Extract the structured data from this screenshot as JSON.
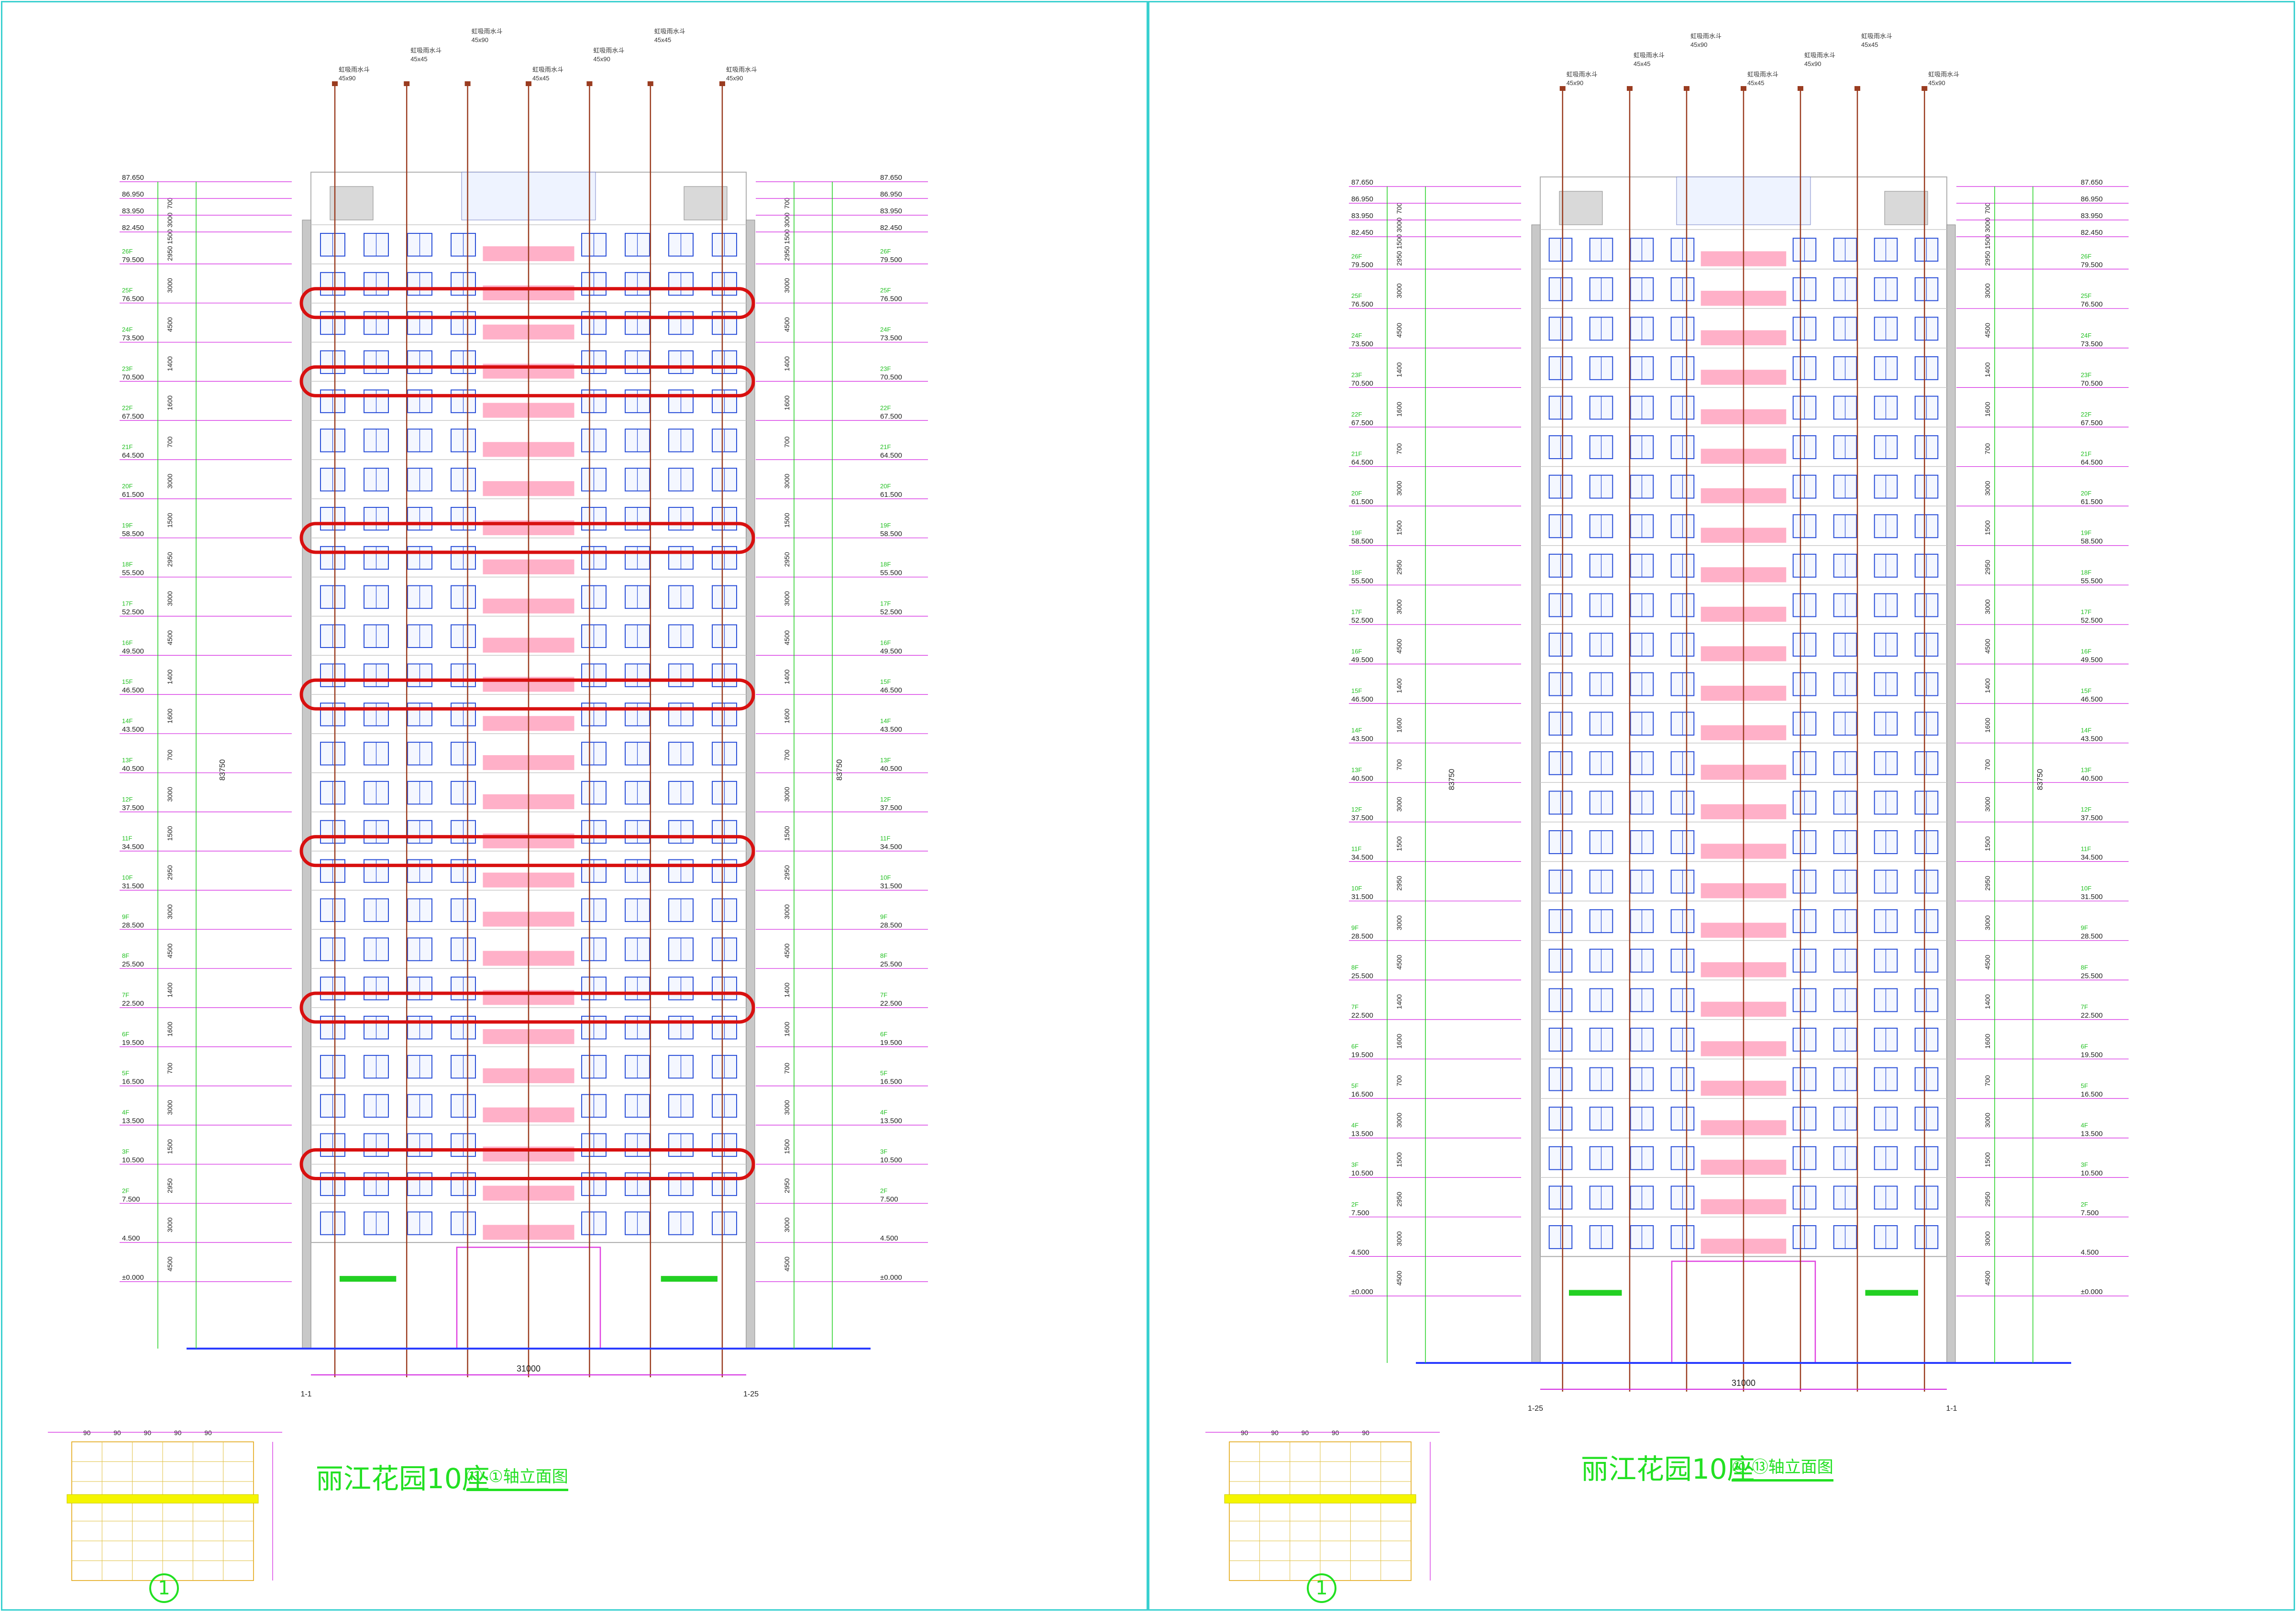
{
  "sheets": [
    {
      "title": "丽江花园10座",
      "subtitle": "⑬-①轴立面图",
      "total_height_label": "83750",
      "total_width_label": "31000",
      "axis_left": "1-1",
      "axis_right": "1-25",
      "detail_marker": "1",
      "revision_clouds": 7
    },
    {
      "title": "丽江花园10座",
      "subtitle": "⑩-⑬轴立面图",
      "total_height_label": "83750",
      "total_width_label": "31000",
      "axis_left": "1-25",
      "axis_right": "1-1",
      "detail_marker": "1",
      "revision_clouds": 0
    }
  ],
  "levels": [
    "87.650",
    "86.950",
    "83.950",
    "82.450",
    "79.500",
    "76.500",
    "73.500",
    "70.500",
    "67.500",
    "64.500",
    "61.500",
    "58.500",
    "55.500",
    "52.500",
    "49.500",
    "46.500",
    "43.500",
    "40.500",
    "37.500",
    "34.500",
    "31.500",
    "28.500",
    "25.500",
    "22.500",
    "19.500",
    "16.500",
    "13.500",
    "10.500",
    "7.500",
    "4.500",
    "±0.000"
  ],
  "floor_labels": [
    "26F",
    "25F",
    "24F",
    "23F",
    "22F",
    "21F",
    "20F",
    "19F",
    "18F",
    "17F",
    "16F",
    "15F",
    "14F",
    "13F",
    "12F",
    "11F",
    "10F",
    "9F",
    "8F",
    "7F",
    "6F",
    "5F",
    "4F",
    "3F",
    "2F"
  ],
  "dimension_values": [
    "700",
    "3000",
    "1500",
    "2950",
    "3000",
    "4500",
    "1400",
    "1600"
  ],
  "pipe_labels": [
    "虹吸雨水斗",
    "45x90",
    "45x45"
  ],
  "detail_grid_values": [
    "90",
    "90",
    "90",
    "90",
    "90"
  ],
  "colors": {
    "sheet_border": "#39d0d0",
    "title_green": "#22e022",
    "revision_cloud": "#d81010",
    "facade_pink": "#ff6f9a",
    "window_blue": "#2a4fd8",
    "dimension_magenta": "#d21ee0",
    "pipe_brown": "#9a3c20",
    "detail_yellow": "#f5f500"
  }
}
